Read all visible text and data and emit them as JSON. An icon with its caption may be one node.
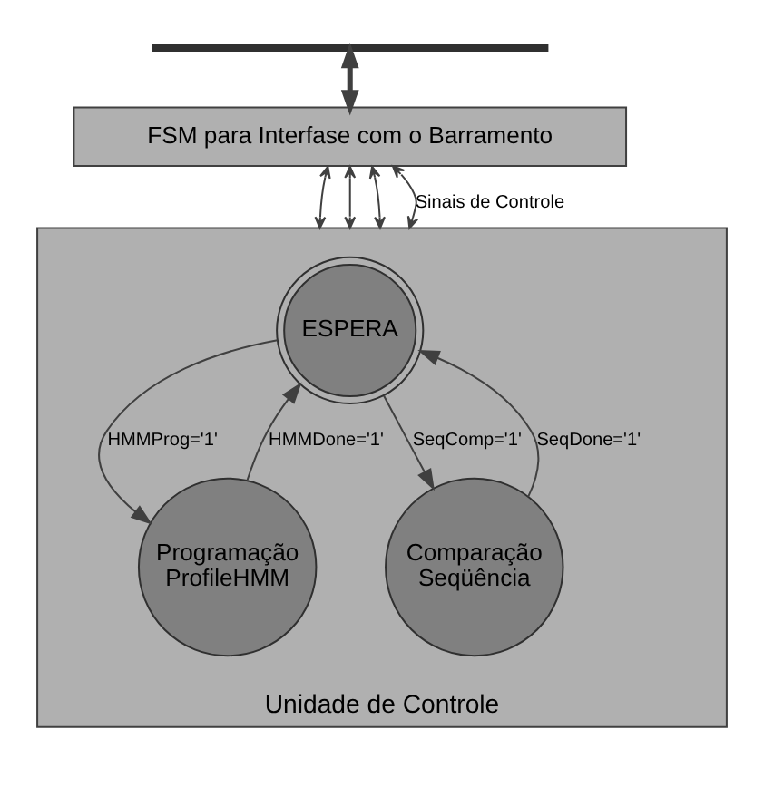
{
  "diagram": {
    "nodes": [
      {
        "text": [],
        "shape": "bar"
      },
      {
        "text": [
          "FSM para Interfase com o Barramento"
        ]
      },
      {
        "text": [
          "Unidade de Controle"
        ]
      },
      {
        "text": [
          "ESPERA"
        ],
        "in": 2
      },
      {
        "text": [
          "Programação ProfileHMM"
        ],
        "in": 2
      },
      {
        "text": [
          "Comparação Seqüência"
        ],
        "in": 2
      }
    ],
    "edges": [
      {
        "from": 0,
        "to": 1,
        "arrow": "both",
        "style": "thick"
      },
      {
        "from": 1,
        "to": 2,
        "arrow": "both"
      },
      {
        "from": 1,
        "to": 2,
        "arrow": "both"
      },
      {
        "from": 1,
        "to": 2,
        "arrow": "both"
      },
      {
        "from": 1,
        "to": 2,
        "arrow": "both",
        "label": "Sinais de Controle"
      },
      {
        "from": 3,
        "to": 4,
        "arrow": "to",
        "label": "HMMProg='1'"
      },
      {
        "from": 3,
        "to": 5,
        "arrow": "to",
        "label": "SeqComp='1'"
      },
      {
        "from": 4,
        "to": 3,
        "arrow": "to",
        "label": "HMMDone='1'"
      },
      {
        "from": 5,
        "to": 3,
        "arrow": "to",
        "label": "SeqDone='1'"
      }
    ]
  }
}
